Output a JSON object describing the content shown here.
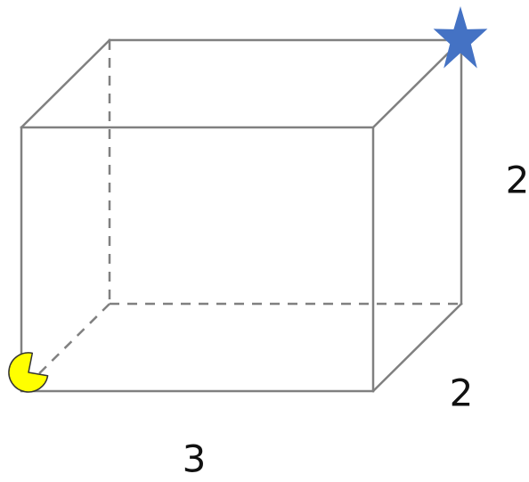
{
  "labels": {
    "height": "2",
    "depth": "2",
    "width": "3"
  },
  "markers": {
    "start": {
      "icon": "pacman-icon",
      "color": "#FFFF00",
      "outline": "#333333"
    },
    "end": {
      "icon": "star-icon",
      "color": "#4472C4"
    }
  },
  "colors": {
    "edges": "#808080"
  }
}
